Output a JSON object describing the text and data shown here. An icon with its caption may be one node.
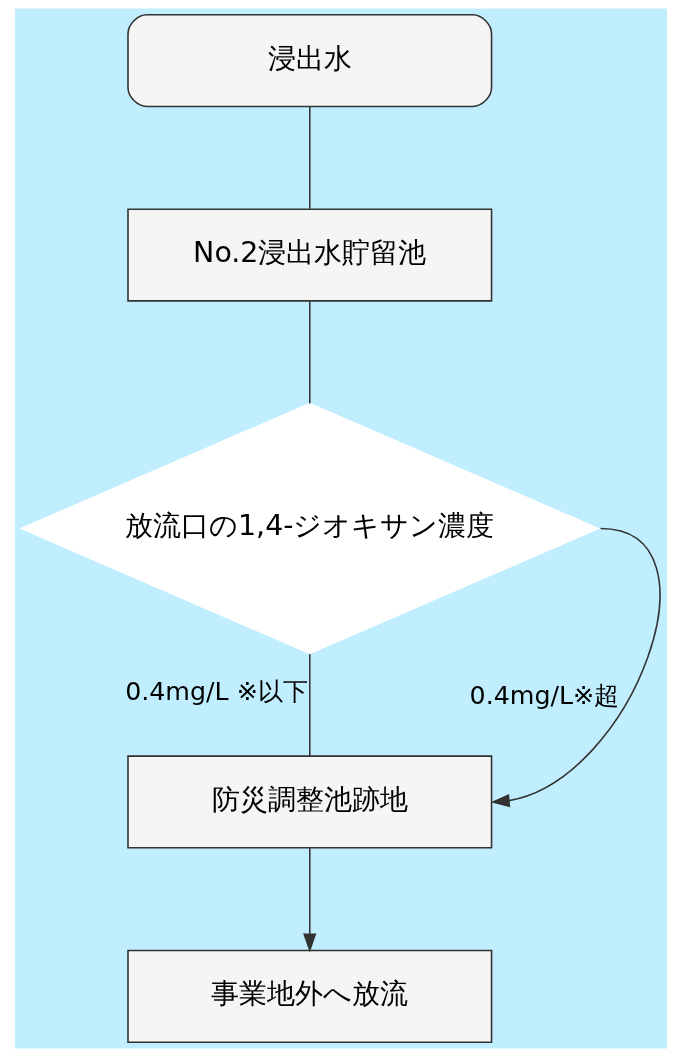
{
  "diagram": {
    "nodes": [
      {
        "text": [
          "浸出水"
        ]
      },
      {
        "text": [
          "No.2浸出水貯留池"
        ]
      },
      {
        "text": [
          "放流口の1,4-ジオキサン濃度"
        ]
      },
      {
        "text": [
          "防災調整池跡地"
        ]
      },
      {
        "text": [
          "事業地外へ放流"
        ]
      }
    ],
    "edges": [
      {
        "from": 0,
        "to": 1,
        "arrow": "none"
      },
      {
        "from": 1,
        "to": 2,
        "arrow": "none"
      },
      {
        "from": 2,
        "to": 3,
        "arrow": "none",
        "label": "0.4mg/L ※以下"
      },
      {
        "from": 2,
        "to": 3,
        "arrow": "to",
        "label": "0.4mg/L※超"
      },
      {
        "from": 3,
        "to": 4,
        "arrow": "to"
      }
    ]
  }
}
